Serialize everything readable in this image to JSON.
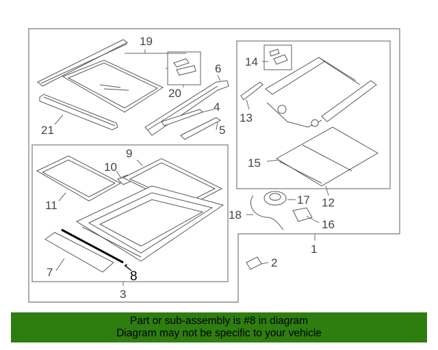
{
  "diagram": {
    "callouts": {
      "c1": "1",
      "c2": "2",
      "c3": "3",
      "c4": "4",
      "c5": "5",
      "c6": "6",
      "c7": "7",
      "c8": "8",
      "c9": "9",
      "c10": "10",
      "c11": "11",
      "c12": "12",
      "c13": "13",
      "c14": "14",
      "c15": "15",
      "c16": "16",
      "c17": "17",
      "c18": "18",
      "c19": "19",
      "c20": "20",
      "c21": "21"
    },
    "highlight_color": "#000000",
    "line_color": "#666666"
  },
  "banner": {
    "line1": "Part or sub-assembly is #8 in diagram",
    "line2": "Diagram may not be specific to your vehicle",
    "background": "#2e7d0f"
  }
}
